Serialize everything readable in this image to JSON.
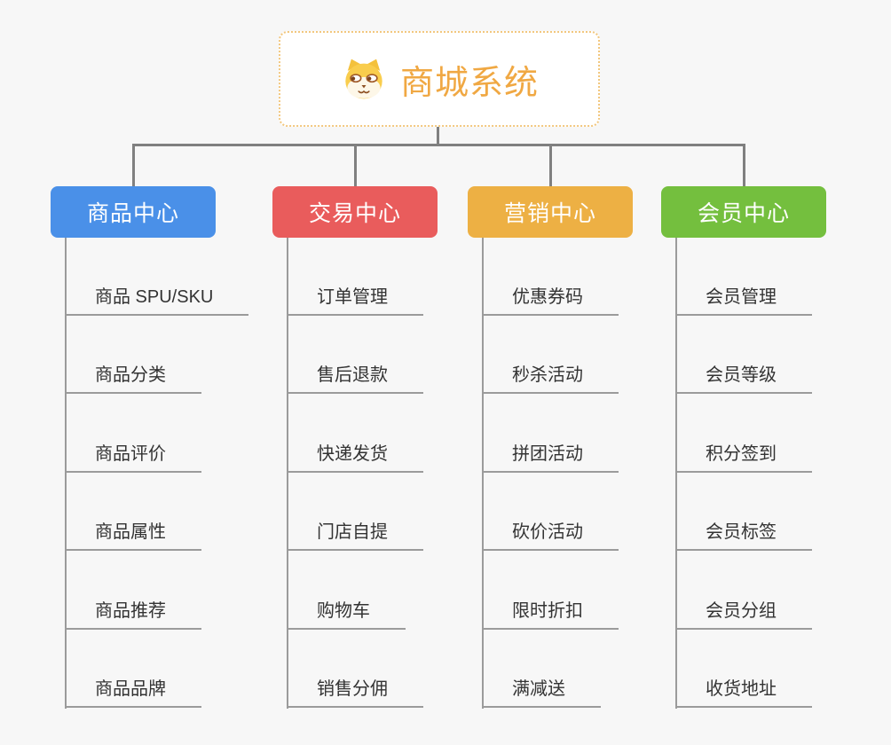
{
  "root": {
    "title": "商城系统"
  },
  "branches": [
    {
      "label": "商品中心",
      "color": "#4a90e8",
      "items": [
        "商品 SPU/SKU",
        "商品分类",
        "商品评价",
        "商品属性",
        "商品推荐",
        "商品品牌"
      ]
    },
    {
      "label": "交易中心",
      "color": "#e95c5c",
      "items": [
        "订单管理",
        "售后退款",
        "快递发货",
        "门店自提",
        "购物车",
        "销售分佣"
      ]
    },
    {
      "label": "营销中心",
      "color": "#edb044",
      "items": [
        "优惠券码",
        "秒杀活动",
        "拼团活动",
        "砍价活动",
        "限时折扣",
        "满减送"
      ]
    },
    {
      "label": "会员中心",
      "color": "#74bf3e",
      "items": [
        "会员管理",
        "会员等级",
        "积分签到",
        "会员标签",
        "会员分组",
        "收货地址"
      ]
    }
  ],
  "colors": {
    "background": "#f7f7f7",
    "connector": "#808080",
    "tree_line": "#9b9b9b",
    "item_text": "#333333",
    "root_text": "#f0a843",
    "root_border": "#f2c77e",
    "root_background": "#ffffff",
    "branch_text": "#ffffff"
  }
}
